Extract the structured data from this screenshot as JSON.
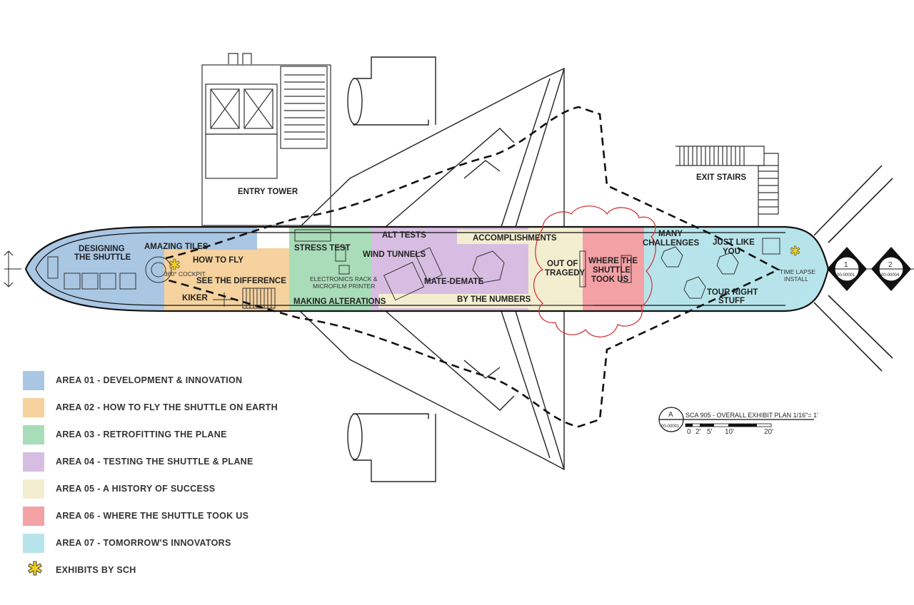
{
  "labels": {
    "entry_tower": "ENTRY TOWER",
    "exit_stairs": "EXIT STAIRS",
    "designing_1": "DESIGNING",
    "designing_2": "THE SHUTTLE",
    "amazing_tiles": "AMAZING TILES",
    "how_to_fly": "HOW TO FLY",
    "cockpit": "360° COCKPIT",
    "see_difference": "SEE THE DIFFERENCE",
    "kiker": "KIKER",
    "stress_test": "STRESS TEST",
    "electronics_1": "ELECTRONICS RACK &",
    "electronics_2": "MICROFILM PRINTER",
    "making_alterations": "MAKING ALTERATIONS",
    "alt_tests": "ALT TESTS",
    "wind_tunnels": "WIND TUNNELS",
    "mate_demate": "MATE-DEMATE",
    "accomplishments": "ACCOMPLISHMENTS",
    "by_the_numbers": "BY THE NUMBERS",
    "out_of_1": "OUT OF",
    "out_of_2": "TRAGEDY",
    "where_1": "WHERE THE",
    "where_2": "SHUTTLE",
    "where_3": "TOOK US",
    "many_1": "MANY",
    "many_2": "CHALLENGES",
    "just_1": "JUST LIKE",
    "just_2": "YOU",
    "tour_1": "TOUR RIGHT",
    "tour_2": "STUFF",
    "time_1": "TIME LAPSE",
    "time_2": "INSTALL",
    "marker_1_num": "1",
    "marker_1_ref": "00-00001",
    "marker_2_num": "2",
    "marker_2_ref": "00-00004",
    "title_letter": "A",
    "title_ref": "00-00001",
    "title_text": "SCA 905 - OVERALL EXHIBIT PLAN  1/16\"= 1'",
    "scale_0": "0",
    "scale_2": "2'",
    "scale_5": "5'",
    "scale_10": "10'",
    "scale_20": "20'"
  },
  "legend": [
    {
      "label": "AREA 01 - DEVELOPMENT & INNOVATION",
      "color": "#a9c7e3"
    },
    {
      "label": "AREA 02 - HOW TO FLY THE SHUTTLE ON EARTH",
      "color": "#f5d29e"
    },
    {
      "label": "AREA 03 - RETROFITTING THE PLANE",
      "color": "#a9dcb8"
    },
    {
      "label": "AREA 04 - TESTING THE SHUTTLE & PLANE",
      "color": "#d8bde2"
    },
    {
      "label": "AREA 05 - A HISTORY OF SUCCESS",
      "color": "#f3eed0"
    },
    {
      "label": "AREA 06 - WHERE THE SHUTTLE TOOK US",
      "color": "#f4a1a6"
    },
    {
      "label": "AREA 07 - TOMORROW'S INNOVATORS",
      "color": "#b7e4eb"
    }
  ],
  "legend_exhibits": {
    "label": "EXHIBITS BY SCH",
    "icon": "asterisk-icon",
    "color": "#f2d11c"
  }
}
